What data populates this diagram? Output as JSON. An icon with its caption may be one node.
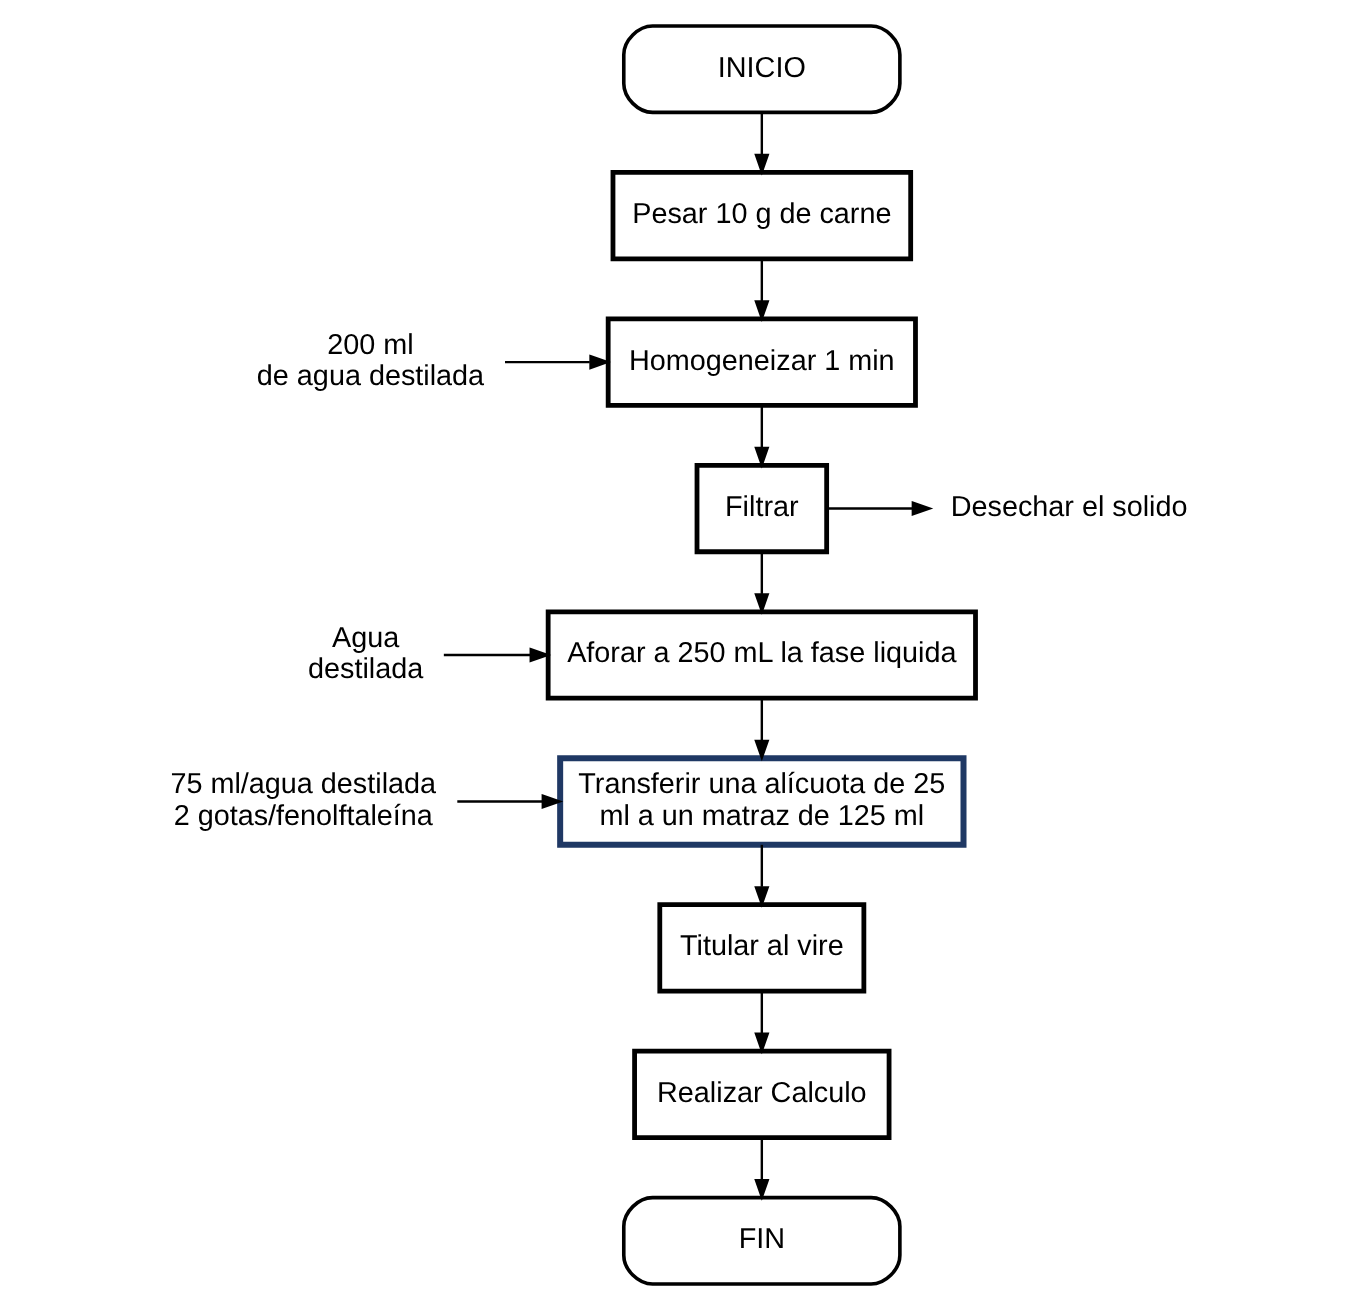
{
  "diagram": {
    "nodes": [
      {
        "text": [
          "INICIO"
        ]
      },
      {
        "text": [
          "Pesar 10 g de carne"
        ]
      },
      {
        "text": [
          "200 ml de agua destilada"
        ]
      },
      {
        "text": [
          "Homogeneizar 1 min"
        ]
      },
      {
        "text": [
          "Filtrar"
        ]
      },
      {
        "text": [
          "Desechar el solido"
        ]
      },
      {
        "text": [
          "Agua destilada"
        ]
      },
      {
        "text": [
          "Aforar a 250 mL la fase liquida"
        ]
      },
      {
        "text": [
          "75 ml/agua destilada 2 gotas/fenolftaleína"
        ]
      },
      {
        "text": [
          "Transferir una alícuota de 25 ml a un matraz de 125 ml"
        ]
      },
      {
        "text": [
          "Titular al vire"
        ]
      },
      {
        "text": [
          "Realizar Calculo"
        ]
      },
      {
        "text": [
          "FIN"
        ]
      }
    ],
    "edges": [
      {
        "from": 0,
        "to": 1,
        "arrow": "to"
      },
      {
        "from": 1,
        "to": 3,
        "arrow": "to"
      },
      {
        "from": 2,
        "to": 3,
        "arrow": "to"
      },
      {
        "from": 3,
        "to": 4,
        "arrow": "to"
      },
      {
        "from": 4,
        "to": 5,
        "arrow": "to"
      },
      {
        "from": 6,
        "to": 7,
        "arrow": "to"
      },
      {
        "from": 4,
        "to": 7,
        "arrow": "to"
      },
      {
        "from": 7,
        "to": 9,
        "arrow": "to"
      },
      {
        "from": 8,
        "to": 9,
        "arrow": "to"
      },
      {
        "from": 9,
        "to": 10,
        "arrow": "to"
      },
      {
        "from": 10,
        "to": 11,
        "arrow": "to"
      },
      {
        "from": 11,
        "to": 12,
        "arrow": "to"
      }
    ]
  }
}
